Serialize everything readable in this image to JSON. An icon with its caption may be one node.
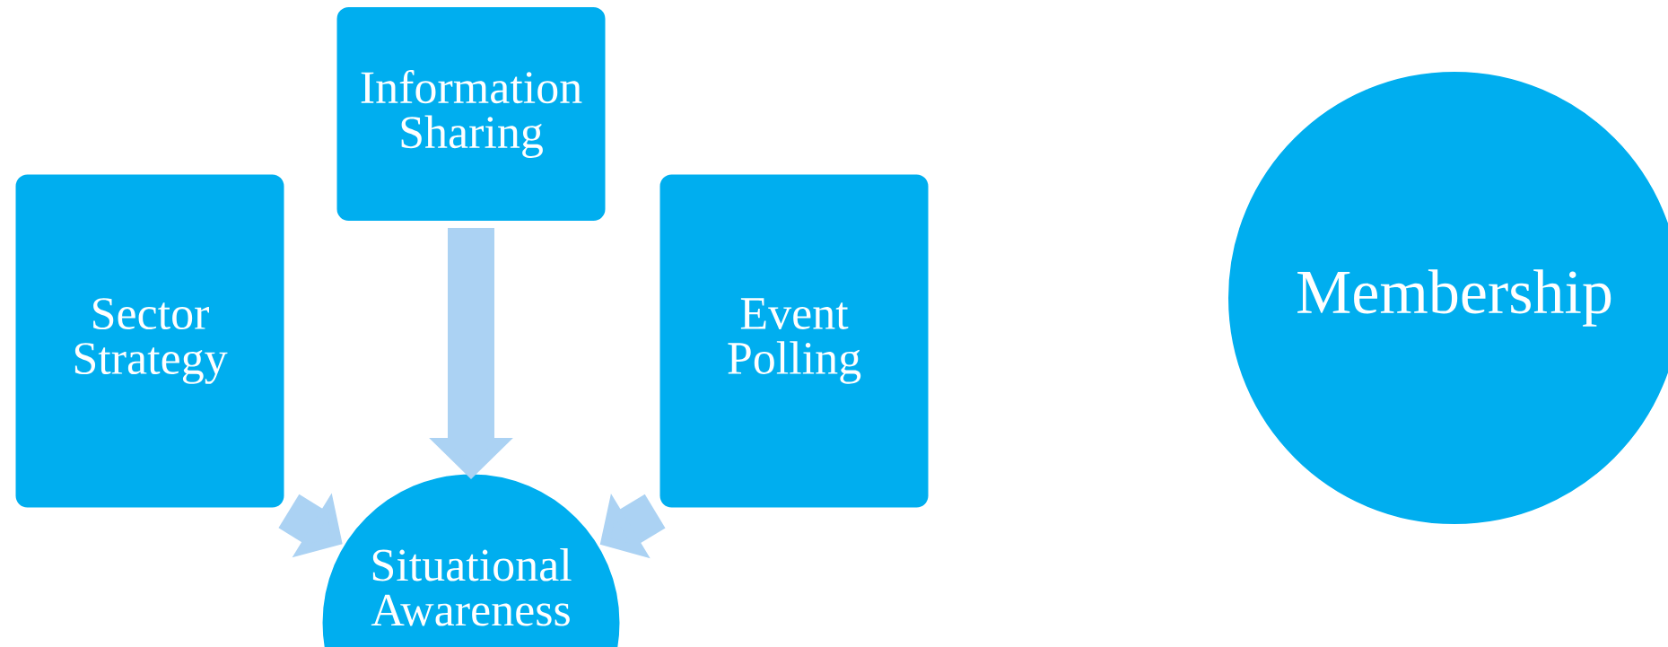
{
  "diagram": {
    "nodes": [
      {
        "text": [
          "Information Sharing"
        ]
      },
      {
        "text": [
          "Sector Strategy"
        ]
      },
      {
        "text": [
          "Event Polling"
        ]
      },
      {
        "text": [
          "Situational Awareness"
        ]
      },
      {
        "text": [
          "Membership"
        ]
      }
    ],
    "edges": [
      {
        "from": 0,
        "to": 3,
        "arrow": "to"
      },
      {
        "from": 1,
        "to": 3,
        "arrow": "to"
      },
      {
        "from": 2,
        "to": 3,
        "arrow": "to"
      }
    ]
  }
}
